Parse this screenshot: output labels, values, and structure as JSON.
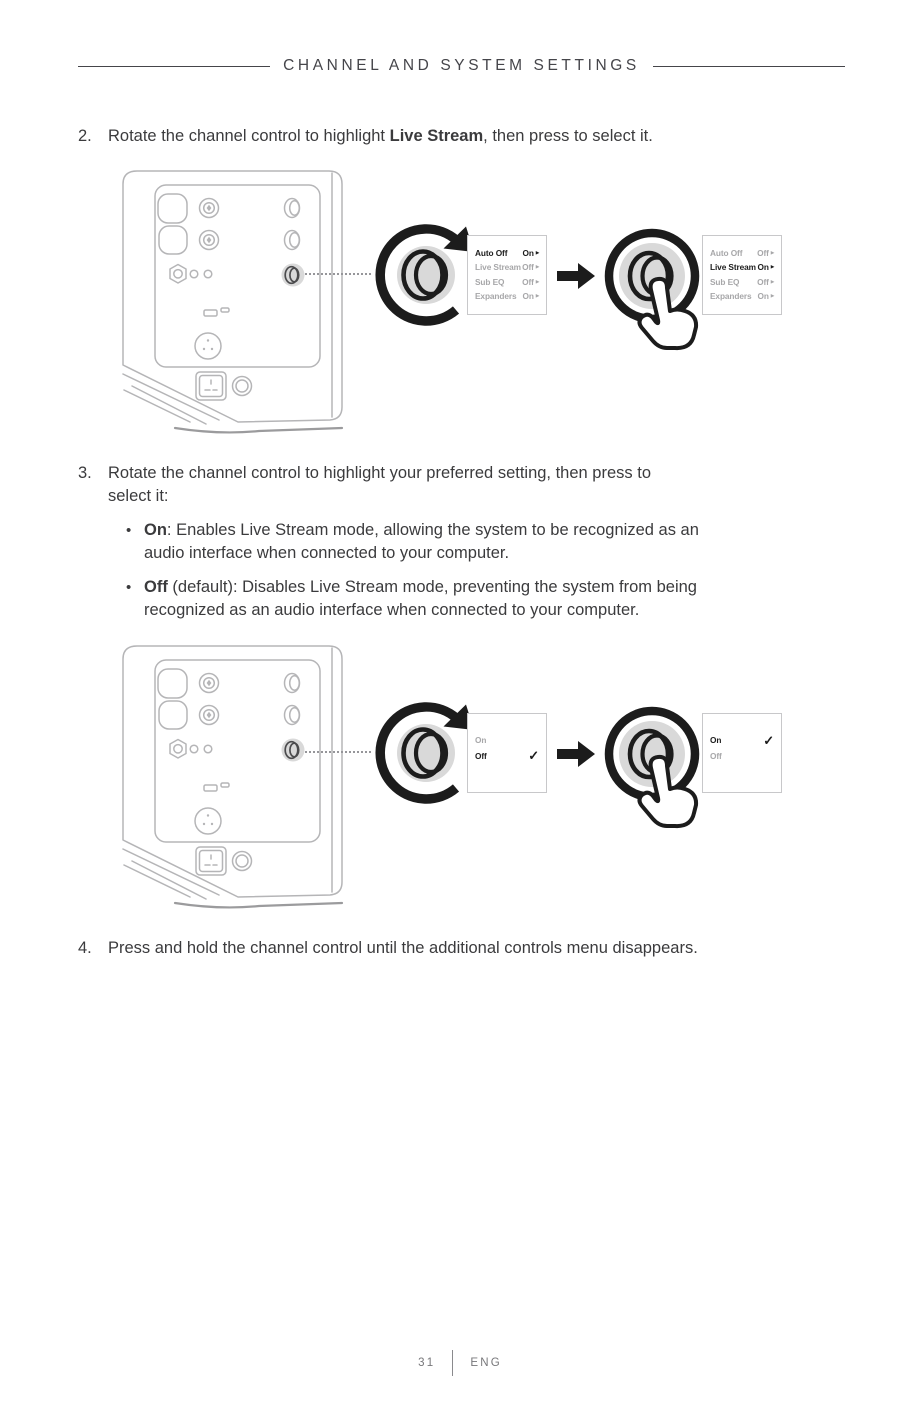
{
  "header": {
    "title": "CHANNEL AND SYSTEM SETTINGS"
  },
  "glyphs": {
    "bullet": "•",
    "caret": "▸",
    "check": "✓"
  },
  "steps": {
    "step2": {
      "number": "2.",
      "prefix": "Rotate the channel control to highlight ",
      "bold": "Live Stream",
      "suffix": ", then press to select it."
    },
    "step3": {
      "number": "3.",
      "line1": "Rotate the channel control to highlight your preferred setting, then press to",
      "line2": "select it:",
      "bullets": [
        {
          "bold": "On",
          "line1": ": Enables Live Stream mode, allowing the system to be recognized as an",
          "line2": "audio interface when connected to your computer."
        },
        {
          "bold": "Off",
          "line1": " (default): Disables Live Stream mode, preventing the system from being",
          "line2": "recognized as an audio interface when connected to your computer."
        }
      ]
    },
    "step4": {
      "number": "4.",
      "text": "Press and hold the channel control until the additional controls menu disappears."
    }
  },
  "diagram1": {
    "menu_before": {
      "rows": [
        {
          "label": "Auto Off",
          "value": "On"
        },
        {
          "label": "Live Stream",
          "value": "Off"
        },
        {
          "label": "Sub EQ",
          "value": "Off"
        },
        {
          "label": "Expanders",
          "value": "On"
        }
      ]
    },
    "menu_after": {
      "rows": [
        {
          "label": "Auto Off",
          "value": "Off"
        },
        {
          "label": "Live Stream",
          "value": "On"
        },
        {
          "label": "Sub EQ",
          "value": "Off"
        },
        {
          "label": "Expanders",
          "value": "On"
        }
      ]
    }
  },
  "diagram2": {
    "menu_before": {
      "rows": [
        {
          "label": "On"
        },
        {
          "label": "Off"
        }
      ]
    },
    "menu_after": {
      "rows": [
        {
          "label": "On"
        },
        {
          "label": "Off"
        }
      ]
    }
  },
  "footer": {
    "page_number": "31",
    "language": "ENG"
  },
  "colors": {
    "text": "#3b3b3d",
    "line_art": "#b5b5b7",
    "knob_fill": "#d9d9d9",
    "ink": "#1c1c1c",
    "menu_inactive": "#a7a7a9",
    "menu_border": "#c8c8ca"
  }
}
